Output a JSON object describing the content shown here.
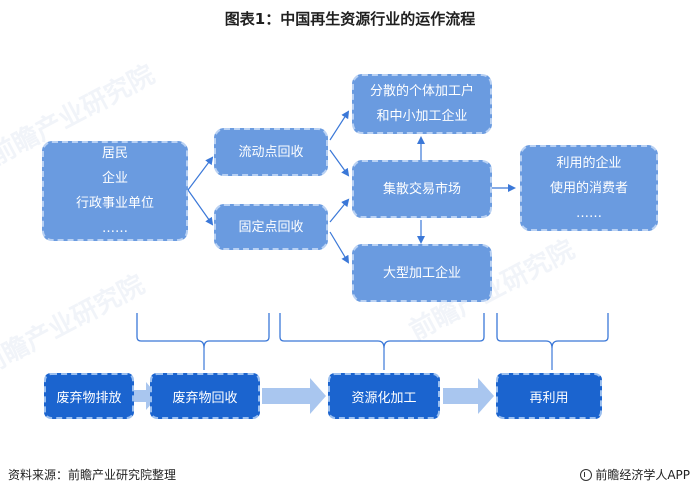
{
  "title": "图表1：中国再生资源行业的运作流程",
  "boxes": {
    "sources": [
      "居民",
      "企业",
      "行政事业单位",
      "……"
    ],
    "mobile_collection": "流动点回收",
    "fixed_collection": "固定点回收",
    "processors": [
      "分散的个体加工户",
      "和中小加工企业"
    ],
    "market": "集散交易市场",
    "large_processor": "大型加工企业",
    "users": [
      "利用的企业",
      "使用的消费者",
      "……"
    ]
  },
  "stages": {
    "discharge": "废弃物排放",
    "recycling": "废弃物回收",
    "processing": "资源化加工",
    "reuse": "再利用"
  },
  "footer": {
    "source": "资料来源：前瞻产业研究院整理",
    "brand": "前瞻经济学人APP"
  },
  "colors": {
    "light_box": "#6a9be0",
    "dark_box": "#1b64cf",
    "arrow": "#3b78d8",
    "big_arrow": "#a9c6ef",
    "bracket": "#3b78d8"
  }
}
